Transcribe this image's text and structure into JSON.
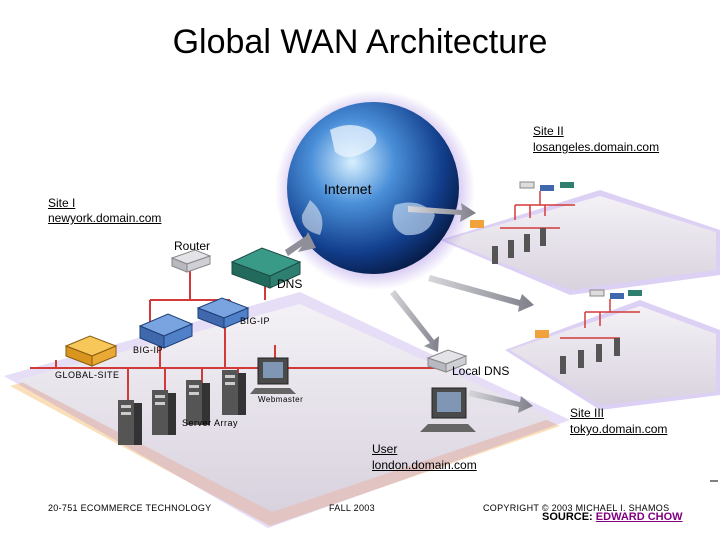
{
  "title": "Global WAN Architecture",
  "labels": {
    "site2_name": "Site II",
    "site2_domain": "losangeles.domain.com",
    "site1_name": "Site I",
    "site1_domain": "newyork.domain.com",
    "internet": "Internet",
    "router": "Router",
    "dns": "DNS",
    "bigip_1": "BIG-IP",
    "bigip_2": "BIG-IP",
    "global_site": "GLOBAL-SITE",
    "local_dns": "Local DNS",
    "webmaster": "Webmaster",
    "server_array": "Server Array",
    "site3_name": "Site III",
    "site3_domain": "tokyo.domain.com",
    "user_name": "User",
    "user_domain": "london.domain.com"
  },
  "footer": {
    "course": "20-751 ECOMMERCE TECHNOLOGY",
    "term": "FALL 2003",
    "copyright": "COPYRIGHT © 2003 MICHAEL I. SHAMOS",
    "source_prefix": "SOURCE:",
    "source_link": "EDWARD CHOW"
  },
  "colors": {
    "link_red": "#d23a3a",
    "platform_purple": "#8a6bd6",
    "platform_orange": "#f2a23a",
    "dns_green": "#2e7f70",
    "bigip_blue": "#4f7ec9",
    "globalsite_orange": "#f2b233"
  }
}
